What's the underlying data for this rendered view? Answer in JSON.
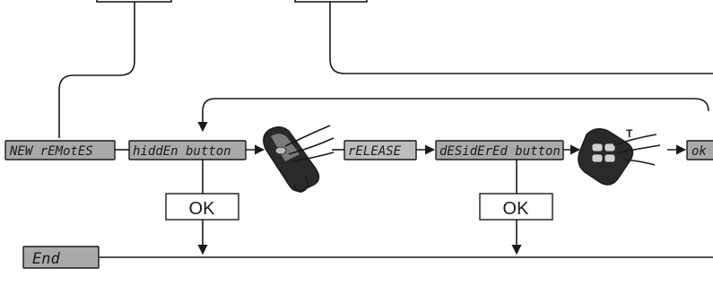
{
  "displays": {
    "new_remotes": "NEW rEMotES",
    "hidden_button": "hiddEn button",
    "release": "rELEASE",
    "desidered_button": "dESidErEd button",
    "ok_partial": "ok",
    "end": "End"
  },
  "ok_boxes": {
    "first": "OK",
    "second": "OK"
  },
  "remote_labels": {
    "button_mark": "T"
  },
  "colors": {
    "display_fill": "#a9a9a9",
    "display_fill_light": "#bdbdbd",
    "stroke": "#1a1a1a"
  }
}
